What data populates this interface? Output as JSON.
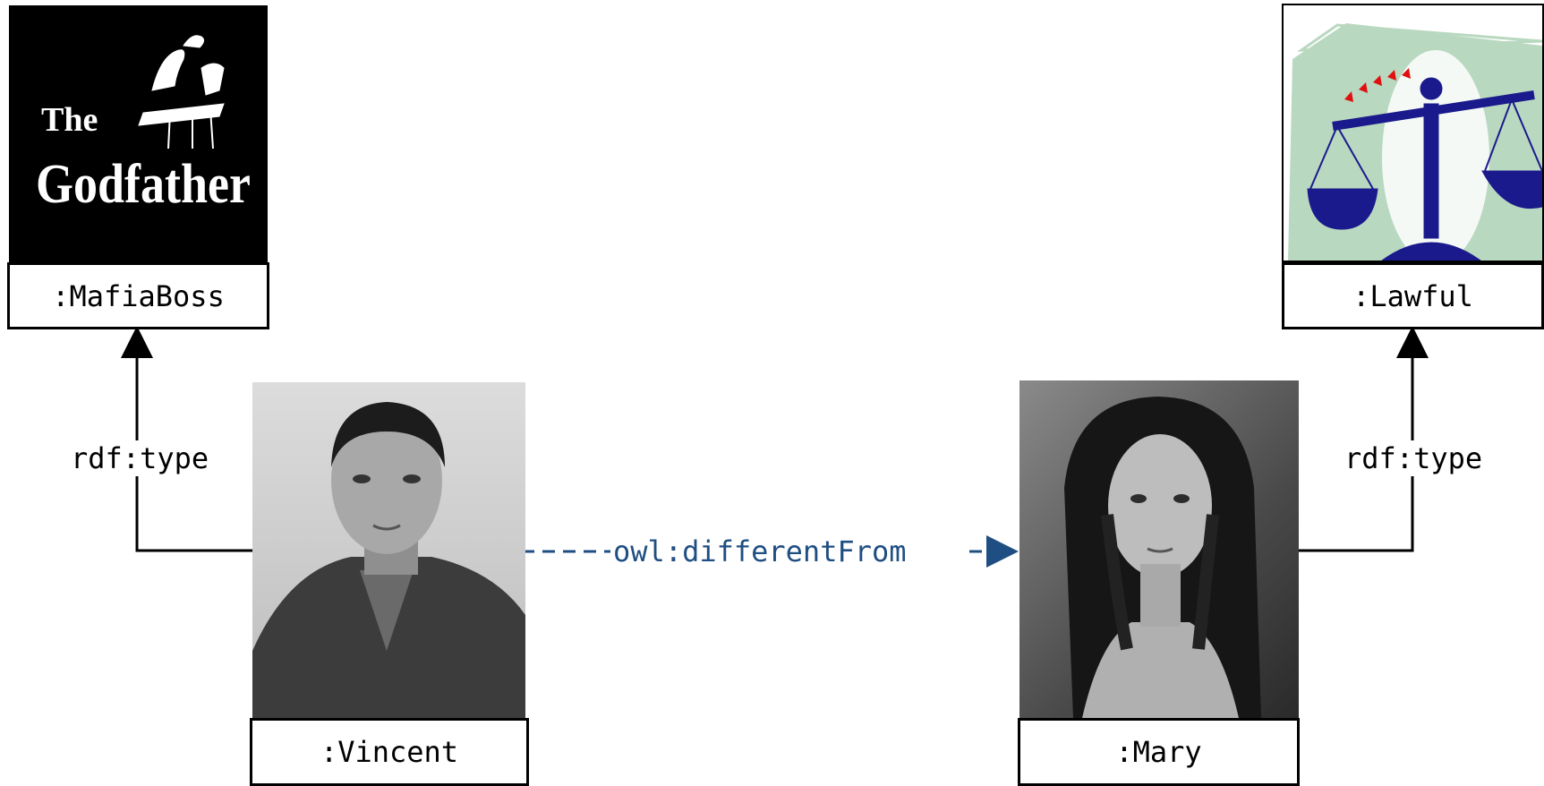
{
  "nodes": {
    "mafiaboss": {
      "label": ":MafiaBoss",
      "image_text_top": "The",
      "image_text_bottom": "Godfather"
    },
    "lawful": {
      "label": ":Lawful"
    },
    "vincent": {
      "label": ":Vincent"
    },
    "mary": {
      "label": ":Mary"
    }
  },
  "edges": {
    "vincent_type": {
      "label": "rdf:type"
    },
    "mary_type": {
      "label": "rdf:type"
    },
    "different_from": {
      "label": "owl:differentFrom",
      "color": "#1f4e82"
    }
  }
}
